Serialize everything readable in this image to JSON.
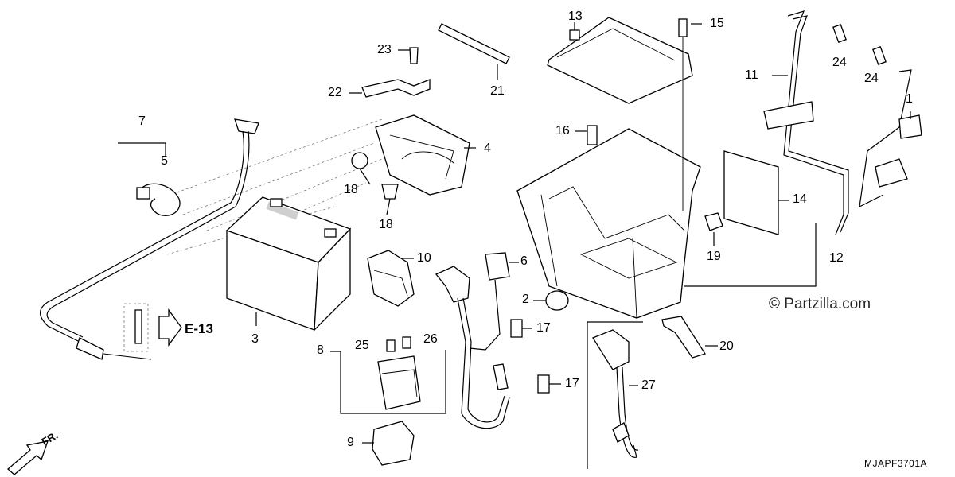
{
  "callouts": {
    "c1": "1",
    "c2": "2",
    "c3": "3",
    "c4": "4",
    "c5": "5",
    "c6": "6",
    "c7": "7",
    "c8": "8",
    "c9": "9",
    "c10": "10",
    "c11": "11",
    "c12": "12",
    "c13": "13",
    "c14": "14",
    "c15": "15",
    "c16": "16",
    "c17a": "17",
    "c17b": "17",
    "c18a": "18",
    "c18b": "18",
    "c19": "19",
    "c20": "20",
    "c21": "21",
    "c22": "22",
    "c23": "23",
    "c24a": "24",
    "c24b": "24",
    "c25": "25",
    "c26": "26",
    "c27": "27"
  },
  "reference": "E-13",
  "watermark": "© Partzilla.com",
  "diagram_code": "MJAPF3701A",
  "direction_label": "FR.",
  "icons": [
    "front-direction-arrow-icon",
    "reference-arrow-icon",
    "copyright-icon"
  ]
}
